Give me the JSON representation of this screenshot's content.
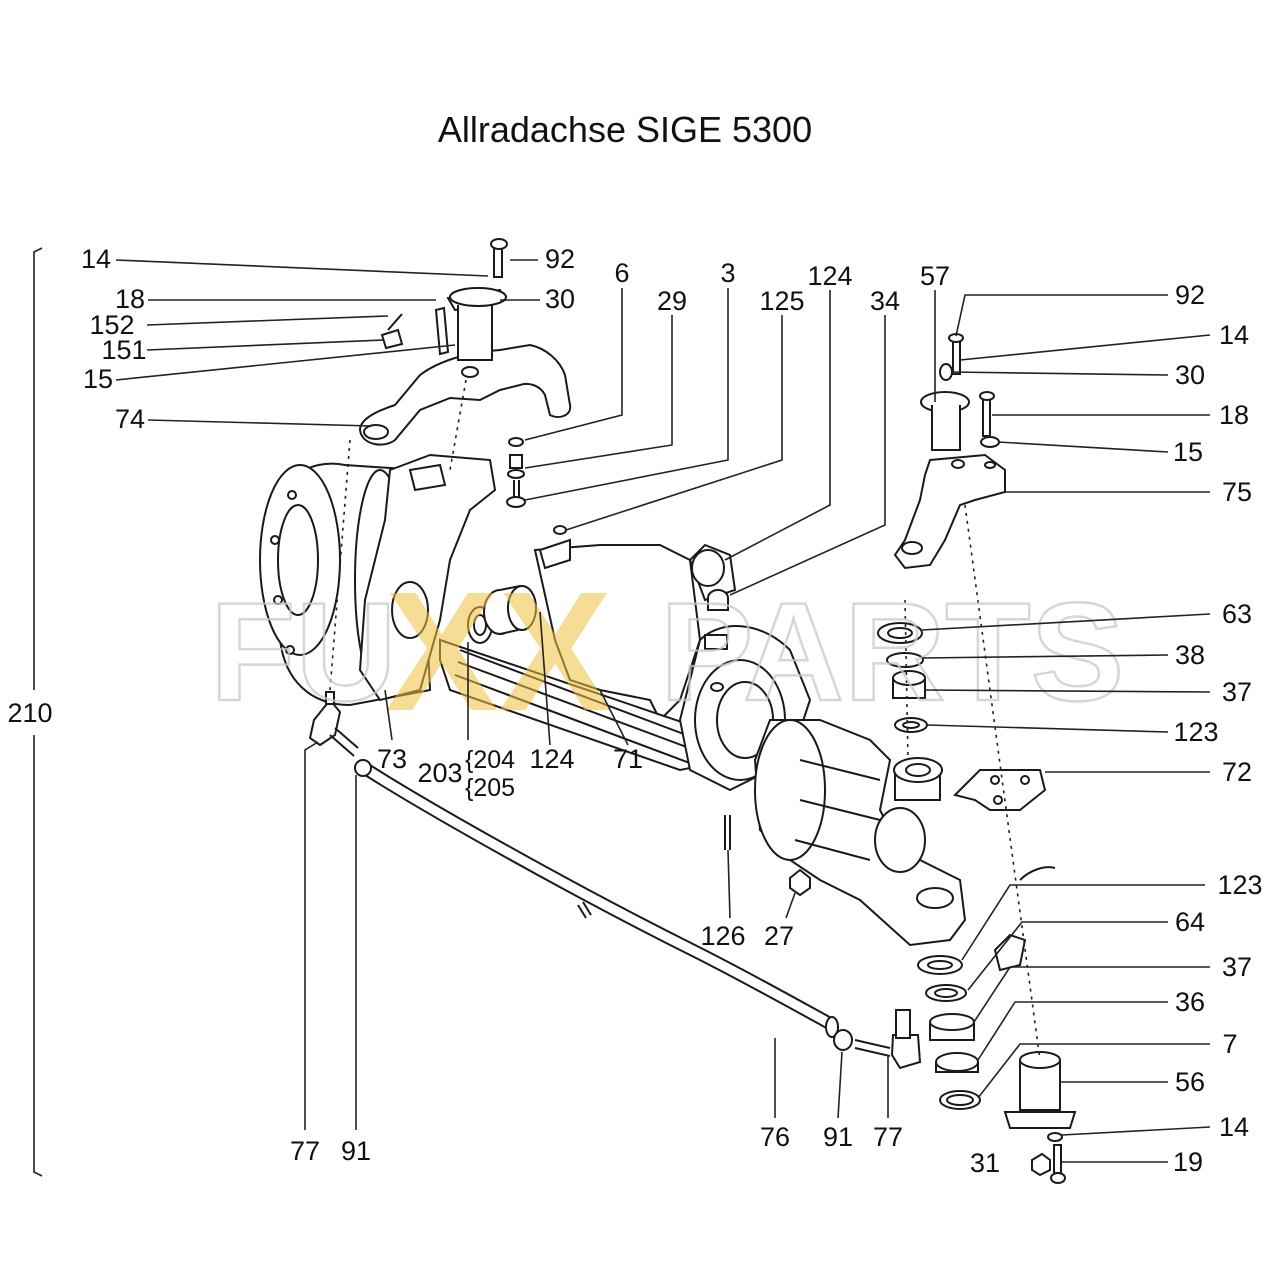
{
  "title": "Allradachse SIGE 5300",
  "watermark": {
    "left": "FU",
    "mid": "XX",
    "right": "PARTS",
    "mid_color": "#f0c040",
    "outline_color": "#c9c9c9"
  },
  "labels": {
    "l14a": "14",
    "l92a": "92",
    "l18a": "18",
    "l30a": "30",
    "l152": "152",
    "l151": "151",
    "l15a": "15",
    "l74": "74",
    "l6": "6",
    "l29": "29",
    "l3": "3",
    "l125": "125",
    "l124a": "124",
    "l34": "34",
    "l57": "57",
    "l92b": "92",
    "l14b": "14",
    "l30b": "30",
    "l18b": "18",
    "l15b": "15",
    "l75": "75",
    "l63": "63",
    "l38": "38",
    "l37a": "37",
    "l123a": "123",
    "l72": "72",
    "l210": "210",
    "l73": "73",
    "l203": "203",
    "l204": "{204",
    "l205": "{205",
    "l124b": "124",
    "l71": "71",
    "l126": "126",
    "l27": "27",
    "l123b": "123",
    "l64": "64",
    "l37b": "37",
    "l36": "36",
    "l7": "7",
    "l56": "56",
    "l14c": "14",
    "l31": "31",
    "l19": "19",
    "l77a": "77",
    "l91a": "91",
    "l76": "76",
    "l91b": "91",
    "l77b": "77"
  }
}
